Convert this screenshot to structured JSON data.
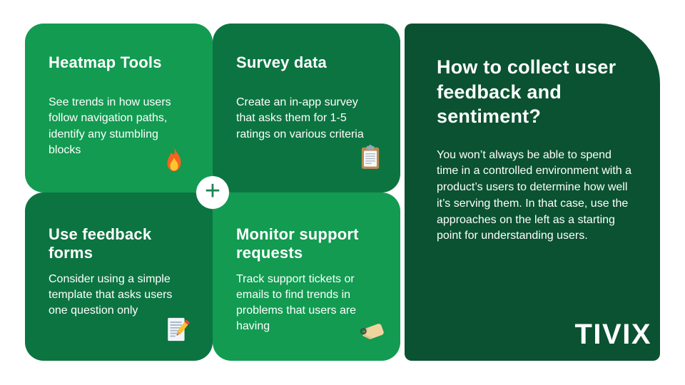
{
  "colors": {
    "background": "#FFFFFF",
    "card_light": "#129B51",
    "card_dark": "#0C7441",
    "panel": "#0A5231",
    "text": "#FFFFFF",
    "plus": "#1B8354"
  },
  "cards": [
    {
      "title": "Heatmap Tools",
      "body": "See trends in how users follow navigation paths, identify any stumbling blocks",
      "icon": "fire-icon",
      "tone": "light"
    },
    {
      "title": "Survey data",
      "body": "Create an in-app survey that asks them for 1-5 ratings on various criteria",
      "icon": "clipboard-icon",
      "tone": "dark"
    },
    {
      "title": "Use feedback forms",
      "body": "Consider using a simple template that asks users one question only",
      "icon": "memo-icon",
      "tone": "dark"
    },
    {
      "title": "Monitor support requests",
      "body": "Track support tickets or emails to find trends in problems that users are having",
      "icon": "tag-icon",
      "tone": "light"
    }
  ],
  "plus": {
    "symbol": "+"
  },
  "panel": {
    "title": "How to collect user feedback and sentiment?",
    "body": "You won’t always be able to spend time in a controlled environment with a product’s users to determine how well it’s serving them. In that case, use the approaches on the left as a starting point for understanding users.",
    "logo": {
      "text": "TIVIX",
      "left": "TI",
      "v": "V",
      "right": "IX"
    }
  }
}
